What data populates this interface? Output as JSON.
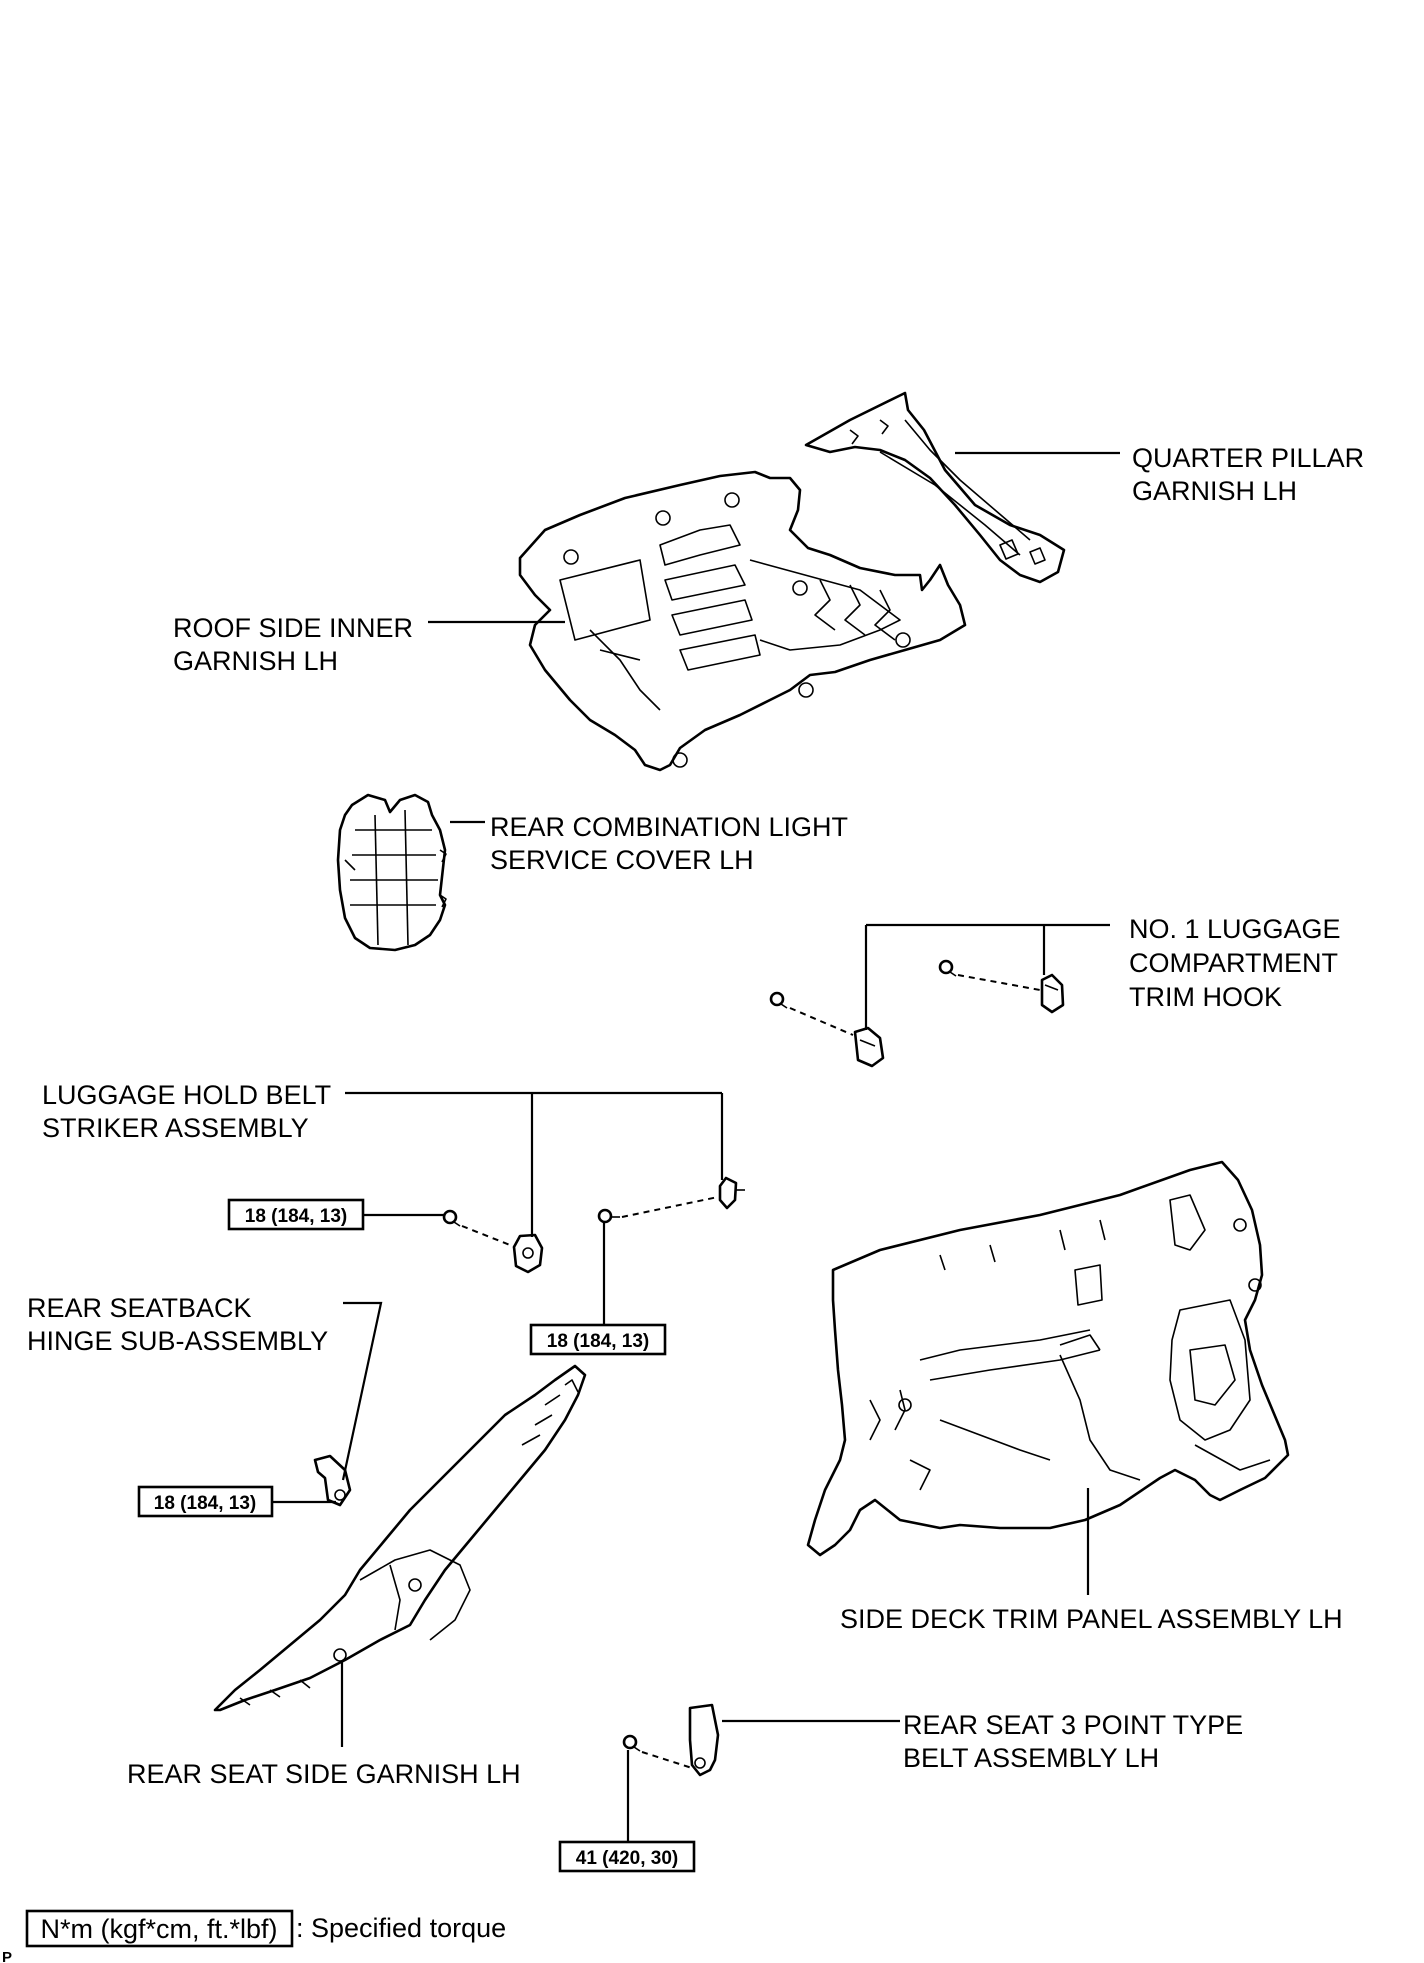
{
  "labels": {
    "quarter_pillar": [
      "QUARTER PILLAR",
      "GARNISH LH"
    ],
    "roof_side": [
      "ROOF SIDE INNER",
      "GARNISH LH"
    ],
    "rear_comb_light": [
      "REAR COMBINATION LIGHT",
      "SERVICE COVER LH"
    ],
    "trim_hook": [
      "NO. 1 LUGGAGE",
      "COMPARTMENT",
      "TRIM HOOK"
    ],
    "striker": [
      "LUGGAGE HOLD BELT",
      "STRIKER ASSEMBLY"
    ],
    "seatback_hinge": [
      "REAR SEATBACK",
      "HINGE SUB-ASSEMBLY"
    ],
    "side_deck": "SIDE DECK TRIM PANEL ASSEMBLY LH",
    "belt": [
      "REAR SEAT 3 POINT TYPE",
      "BELT ASSEMBLY LH"
    ],
    "side_garnish": "REAR SEAT SIDE GARNISH LH"
  },
  "torques": {
    "striker_left": "18 (184, 13)",
    "striker_right": "18 (184, 13)",
    "hinge": "18 (184, 13)",
    "belt": "41 (420, 30)"
  },
  "legend": {
    "unit": "N*m (kgf*cm, ft.*lbf)",
    "desc": ": Specified torque"
  },
  "corner_mark": "P"
}
